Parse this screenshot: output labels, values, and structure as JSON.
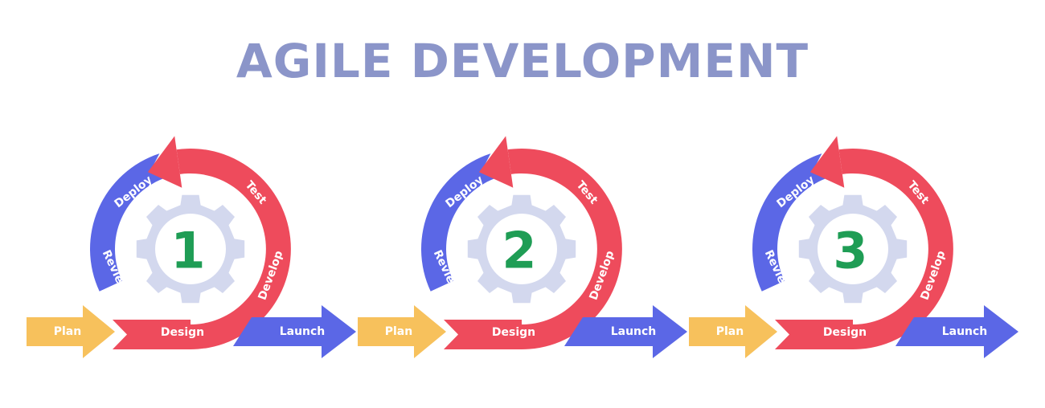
{
  "title": "AGILE DEVELOPMENT",
  "colors": {
    "title": "#8b95c9",
    "blue": "#5b67e6",
    "red": "#ee4b5c",
    "yellow": "#f7c15c",
    "gear": "#d3d8ee",
    "number": "#1f9d55"
  },
  "cycles": [
    {
      "number": "1",
      "labels": {
        "plan": "Plan",
        "design": "Design",
        "launch": "Launch",
        "deploy": "Deploy",
        "review": "Review",
        "test": "Test",
        "develop": "Develop"
      }
    },
    {
      "number": "2",
      "labels": {
        "plan": "Plan",
        "design": "Design",
        "launch": "Launch",
        "deploy": "Deploy",
        "review": "Review",
        "test": "Test",
        "develop": "Develop"
      }
    },
    {
      "number": "3",
      "labels": {
        "plan": "Plan",
        "design": "Design",
        "launch": "Launch",
        "deploy": "Deploy",
        "review": "Review",
        "test": "Test",
        "develop": "Develop"
      }
    }
  ]
}
